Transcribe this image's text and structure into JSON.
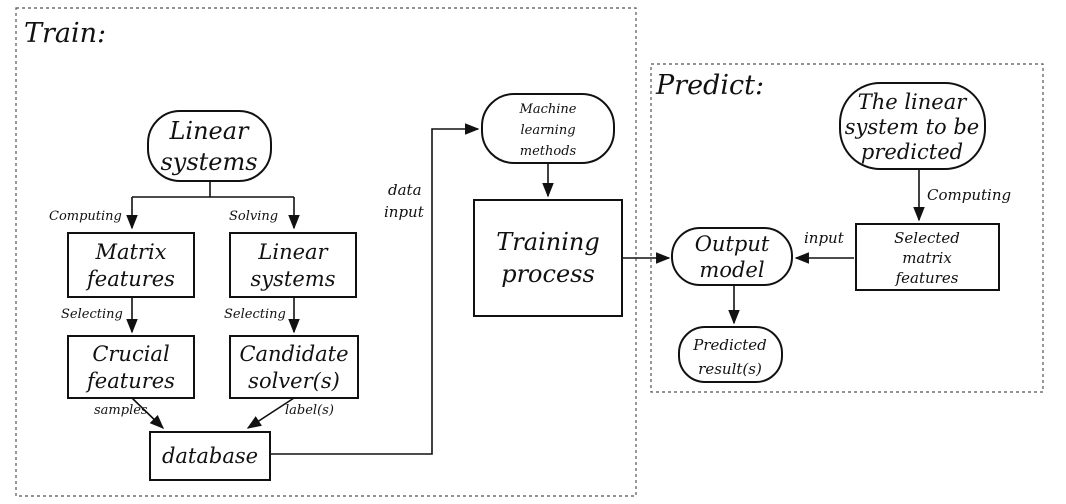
{
  "sections": {
    "train": "Train:",
    "predict": "Predict:"
  },
  "nodes": {
    "linear_systems_root": [
      "Linear",
      "systems"
    ],
    "matrix_features": [
      "Matrix",
      "features"
    ],
    "linear_systems_solve": [
      "Linear",
      "systems"
    ],
    "crucial_features": [
      "Crucial",
      "features"
    ],
    "candidate_solvers": [
      "Candidate",
      "solver(s)"
    ],
    "database": [
      "database"
    ],
    "ml_methods": [
      "Machine",
      "learning",
      "methods"
    ],
    "training_process": [
      "Training",
      "process"
    ],
    "output_model": [
      "Output",
      "model"
    ],
    "predicted_result": [
      "Predicted",
      "result(s)"
    ],
    "system_to_predict": [
      "The linear",
      "system to be",
      "predicted"
    ],
    "selected_features": [
      "Selected",
      "matrix",
      "features"
    ]
  },
  "edge_labels": {
    "computing_left": "Computing",
    "solving": "Solving",
    "selecting_left": "Selecting",
    "selecting_right": "Selecting",
    "samples": "samples",
    "labels": "label(s)",
    "data_input": [
      "data",
      "input"
    ],
    "computing_right": "Computing",
    "input": "input"
  }
}
